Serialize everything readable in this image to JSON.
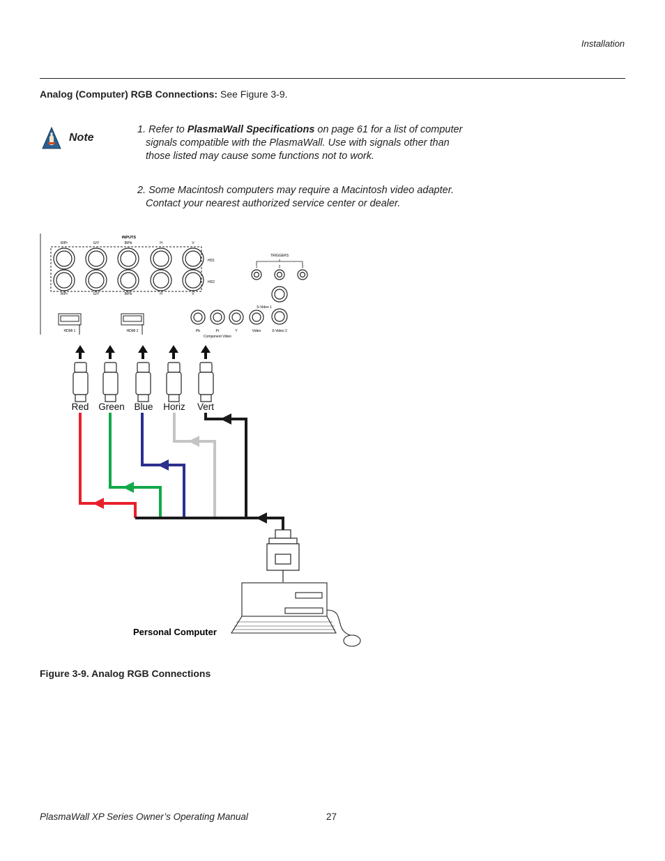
{
  "header": {
    "section": "Installation"
  },
  "heading": {
    "bold": "Analog (Computer) RGB Connections:",
    "rest": " See Figure 3-9."
  },
  "note": {
    "label": "Note",
    "icon": "note-hand-icon",
    "item1_prefix": "1. Refer to ",
    "item1_bold": "PlasmaWall Specifications",
    "item1_suffix": " on page 61 for a list of computer signals compatible with the PlasmaWall. Use with signals other than those listed may cause some functions not to work.",
    "item2": "2. Some Macintosh computers may require a Macintosh video adapter. Contact your nearest authorized service center or dealer."
  },
  "figure": {
    "panel": {
      "inputs": "INPUTS",
      "top_labels": [
        "R/Pr",
        "G/Y",
        "B/Pb",
        "H",
        "V"
      ],
      "bottom_labels": [
        "R/Pr",
        "G/Y",
        "B/Pb",
        "H",
        "V"
      ],
      "hd1": "HD1",
      "hd2": "HD2",
      "triggers": "TRIGGERS",
      "trigger_numbers": [
        "1",
        "2",
        "3"
      ],
      "svideo1": "S-Video 1",
      "hdmi1": "HDMI 1",
      "hdmi2": "HDMI 2",
      "component_jacks": [
        "Pb",
        "Pr",
        "Y",
        "Video",
        "S-Video 2"
      ],
      "component_video": "Component Video"
    },
    "cables": [
      "Red",
      "Green",
      "Blue",
      "Horiz",
      "Vert"
    ],
    "computer_label": "Personal Computer",
    "colors": {
      "red": "#e8202a",
      "green": "#12a84a",
      "blue": "#2b2f8e",
      "horiz": "#c4c4c4",
      "vert": "#1a1a1a"
    }
  },
  "caption": "Figure 3-9. Analog RGB Connections",
  "footer": {
    "title": "PlasmaWall XP Series Owner’s Operating Manual",
    "page": "27"
  }
}
